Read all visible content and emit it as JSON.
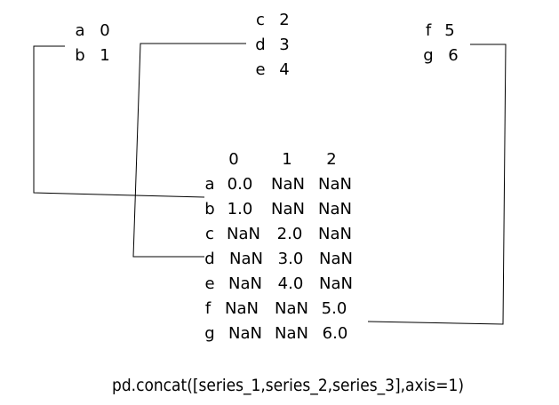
{
  "series_1": [
    {
      "index": "a",
      "value": "0"
    },
    {
      "index": "b",
      "value": "1"
    }
  ],
  "series_2": [
    {
      "index": "c",
      "value": "2"
    },
    {
      "index": "d",
      "value": "3"
    },
    {
      "index": "e",
      "value": "4"
    }
  ],
  "series_3": [
    {
      "index": "f",
      "value": "5"
    },
    {
      "index": "g",
      "value": "6"
    }
  ],
  "result": {
    "columns": [
      "0",
      "1",
      "2"
    ],
    "rows": [
      {
        "index": "a",
        "values": [
          "0.0",
          "NaN",
          "NaN"
        ]
      },
      {
        "index": "b",
        "values": [
          "1.0",
          "NaN",
          "NaN"
        ]
      },
      {
        "index": "c",
        "values": [
          "NaN",
          "2.0",
          "NaN"
        ]
      },
      {
        "index": "d",
        "values": [
          "NaN",
          "3.0",
          "NaN"
        ]
      },
      {
        "index": "e",
        "values": [
          "NaN",
          "4.0",
          "NaN"
        ]
      },
      {
        "index": "f",
        "values": [
          "NaN",
          "NaN",
          "5.0"
        ]
      },
      {
        "index": "g",
        "values": [
          "NaN",
          "NaN",
          "6.0"
        ]
      }
    ]
  },
  "caption": "pd.concat([series_1,series_2,series_3],axis=1)"
}
